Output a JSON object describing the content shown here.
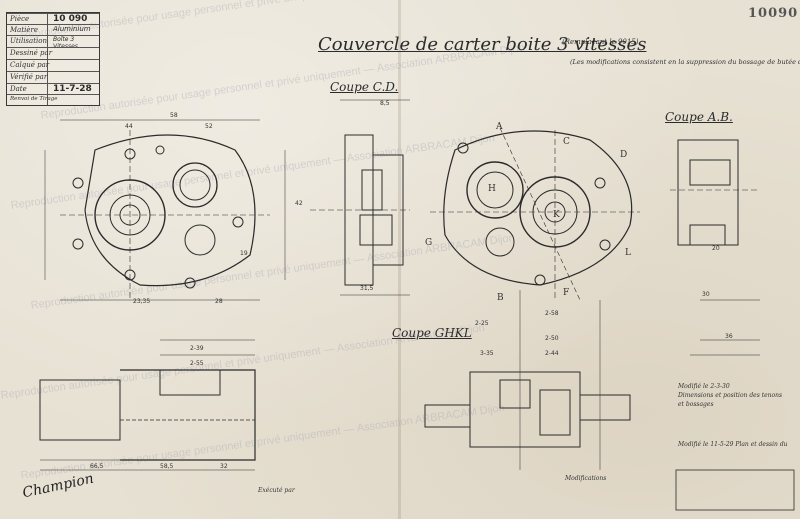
{
  "title_block": {
    "rows": [
      {
        "label": "Pièce",
        "value": "10 090"
      },
      {
        "label": "Matière",
        "value": "Aluminium"
      },
      {
        "label": "Utilisation",
        "value": "Boîte 3 Vitesses"
      },
      {
        "label": "Dessiné par",
        "value": ""
      },
      {
        "label": "Calqué par",
        "value": ""
      },
      {
        "label": "Vérifié par",
        "value": ""
      },
      {
        "label": "Date",
        "value": "11-7-28"
      },
      {
        "label": "Renvoi de Tirage",
        "value": ""
      }
    ]
  },
  "code": "10090",
  "main_title": "Couvercle de carter boite 3 vitesses",
  "subtitle_1": "(Remplaçant le 9015)",
  "subtitle_2": "(Les modifications consistent en la suppression du bossage de butée de frein extérieur)",
  "sections": {
    "cd": "Coupe C.D.",
    "ab": "Coupe A.B.",
    "ghkl": "Coupe GHKL"
  },
  "letters": [
    "A",
    "B",
    "C",
    "D",
    "G",
    "L",
    "F",
    "H",
    "K"
  ],
  "notes": {
    "modifications_title": "Modifié le 2-3-30",
    "modif_1": "Dimensions et position des tenons et bossages",
    "modif_2": "Modifié le 11-5-29 Plan et dessin du",
    "modif_bottom": "Modifications",
    "bottom_left": "Exécuté par"
  },
  "watermarks": [
    "Reproduction autorisée pour usage personnel et privé uniquement — Association ARBRACAM Dijon",
    "Reproduction autorisée pour usage personnel et privé uniquement — Association ARBRACAM Dijon",
    "Reproduction autorisée pour usage personnel et privé uniquement — Association ARBRACAM Dijon",
    "Reproduction autorisée pour usage personnel et privé uniquement — Association ARBRACAM Dijon",
    "Reproduction autorisée pour usage personnel et privé uniquement — Association ARBRACAM Dijon",
    "Reproduction autorisée pour usage personnel et privé uniquement — Association ARBRACAM Dijon"
  ],
  "dimensions": [
    "58",
    "44",
    "52",
    "23,35",
    "28",
    "31,5",
    "8,5",
    "42",
    "19",
    "2-39",
    "2-55",
    "2-58",
    "3-35",
    "2-25",
    "66,5",
    "58,5",
    "32",
    "30",
    "20",
    "36",
    "2-50",
    "2-44"
  ],
  "colors": {
    "paper": "#e7e1d3",
    "ink": "#2b2b2b",
    "watermark": "#a0a0af"
  }
}
